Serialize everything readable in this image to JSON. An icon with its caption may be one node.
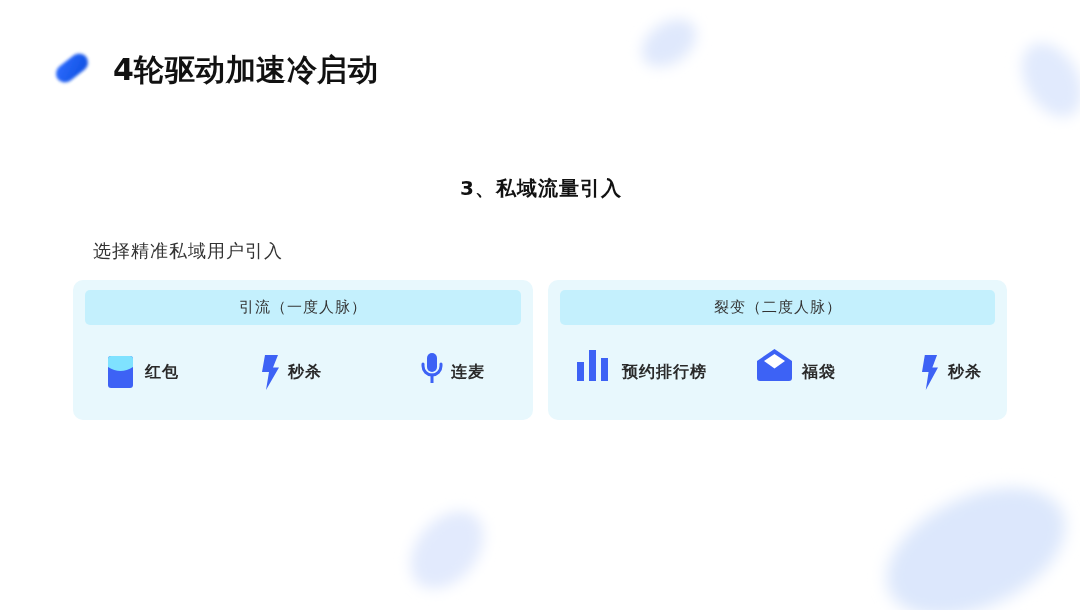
{
  "diagram": {
    "title": "4轮驱动加速冷启动",
    "nodes": [
      {
        "text": [
          "红包",
          "秒杀",
          "连麦"
        ]
      },
      {
        "text": [
          "引流（一度人脉）"
        ],
        "in": 0
      },
      {
        "text": [
          "预约排行榜",
          "福袋",
          "秒杀"
        ]
      },
      {
        "text": [
          "裂变（二度人脉）"
        ],
        "in": 2
      }
    ],
    "labels": [
      "3、私域流量引入",
      "选择精准私域用户引入"
    ]
  }
}
